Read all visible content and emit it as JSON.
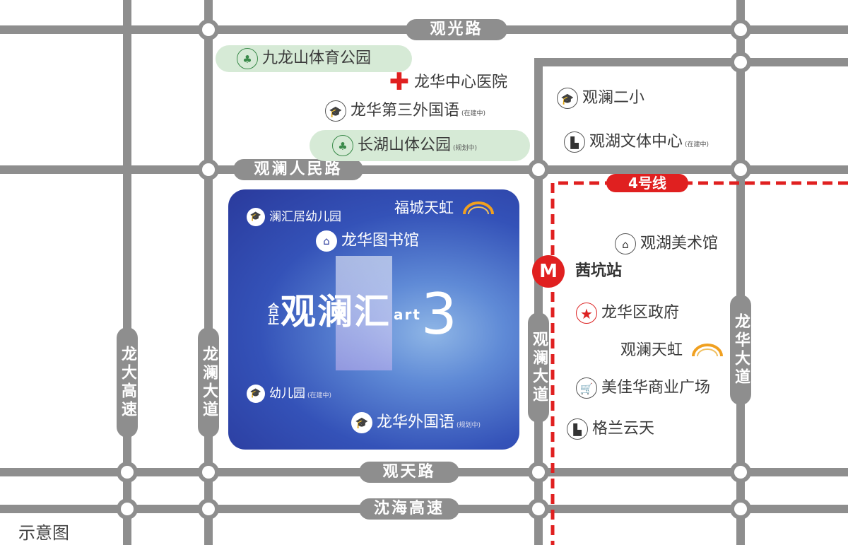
{
  "roads": {
    "guanguang": "观光路",
    "guanlan_renmin": "观澜人民路",
    "guantian": "观天路",
    "shenhai": "沈海高速",
    "longda": "龙大高速",
    "longlan": "龙澜大道",
    "guanlan_dadao": "观澜大道",
    "longhua_dadao": "龙华大道"
  },
  "metro": {
    "line": "4号线",
    "station": "茜坑站",
    "icon": "metro-icon",
    "color": "#e02020"
  },
  "pois": {
    "jiulongshan": "九龙山体育公园",
    "hospital": "龙华中心医院",
    "longhua_third": "龙华第三外国语",
    "longhua_third_note": "(在建中)",
    "changhushan": "长湖山体公园",
    "changhushan_note": "(规划中)",
    "guanlan_er": "观澜二小",
    "guanhu_wenti": "观湖文体中心",
    "guanhu_wenti_note": "(在建中)",
    "guanhu_meishu": "观湖美术馆",
    "gov": "龙华区政府",
    "guanlan_tianhong": "观澜天虹",
    "meijiahua": "美佳华商业广场",
    "gelan": "格兰云天"
  },
  "panel": {
    "fucheng_tianhong": "福城天虹",
    "kindergarten1": "澜汇居幼儿园",
    "library": "龙华图书馆",
    "kindergarten2": "幼儿园",
    "kindergarten2_note": "(在建中)",
    "longhua_foreign": "龙华外国语",
    "longhua_foreign_note": "(规划中)",
    "brand_prefix": "合正",
    "brand_name": "观澜汇",
    "brand_art": "art",
    "brand_num": "3"
  },
  "caption": "示意图",
  "colors": {
    "road": "#8e8e8e",
    "metro": "#e02020",
    "park": "#d6ead6"
  }
}
